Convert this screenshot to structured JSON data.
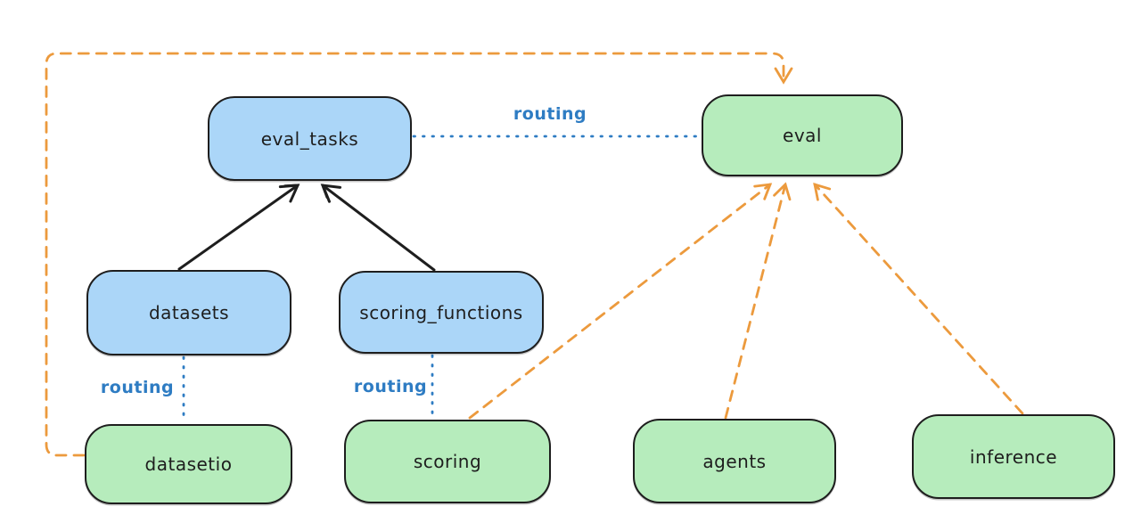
{
  "diagram": {
    "colors": {
      "background": "#ffffff",
      "stroke_black": "#1e1e1e",
      "api_box_fill_blue": "#abd6f8",
      "provider_box_fill_green": "#b6ecbc",
      "routing_blue": "#2e7cc3",
      "provider_orange": "#ec9a3d"
    },
    "nodes": [
      {
        "id": "eval_tasks",
        "label": "eval_tasks",
        "color": "blue"
      },
      {
        "id": "eval",
        "label": "eval",
        "color": "green"
      },
      {
        "id": "datasets",
        "label": "datasets",
        "color": "blue"
      },
      {
        "id": "scoring_functions",
        "label": "scoring_functions",
        "color": "blue"
      },
      {
        "id": "datasetio",
        "label": "datasetio",
        "color": "green"
      },
      {
        "id": "scoring",
        "label": "scoring",
        "color": "green"
      },
      {
        "id": "agents",
        "label": "agents",
        "color": "green"
      },
      {
        "id": "inference",
        "label": "inference",
        "color": "green"
      }
    ],
    "edges": [
      {
        "from": "datasets",
        "to": "eval_tasks",
        "style": "solid-black-arrow",
        "label": ""
      },
      {
        "from": "scoring_functions",
        "to": "eval_tasks",
        "style": "solid-black-arrow",
        "label": ""
      },
      {
        "from": "eval_tasks",
        "to": "eval",
        "style": "dotted-blue",
        "label": "routing"
      },
      {
        "from": "datasets",
        "to": "datasetio",
        "style": "dotted-blue",
        "label": "routing"
      },
      {
        "from": "scoring_functions",
        "to": "scoring",
        "style": "dotted-blue",
        "label": "routing"
      },
      {
        "from": "scoring",
        "to": "eval",
        "style": "dashed-orange-arrow",
        "label": ""
      },
      {
        "from": "agents",
        "to": "eval",
        "style": "dashed-orange-arrow",
        "label": ""
      },
      {
        "from": "inference",
        "to": "eval",
        "style": "dashed-orange-arrow",
        "label": ""
      },
      {
        "from": "datasetio",
        "to": "eval",
        "style": "dashed-orange-arrow",
        "label": ""
      }
    ]
  }
}
